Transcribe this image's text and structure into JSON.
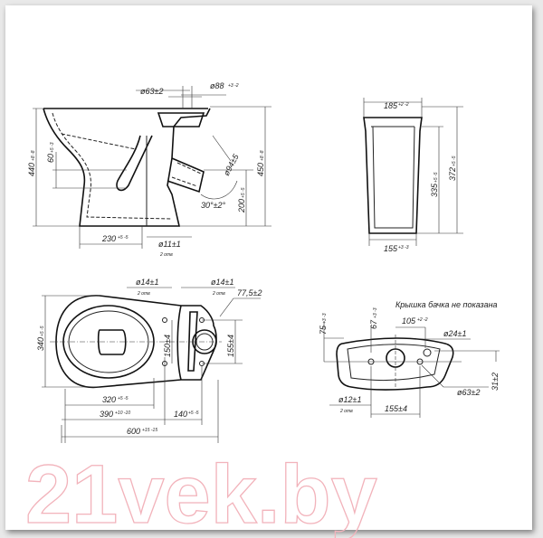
{
  "side_view": {
    "d_outlet_top": "ø63±2",
    "d_outlet_top2": "ø88",
    "d_outlet_top2_tol": "+3 -2",
    "h_total": "440",
    "h_total_tol": "+8 -8",
    "h_60": "60",
    "h_60_tol": "+5 -3",
    "h_450": "450",
    "h_450_tol": "+8 -8",
    "d_94": "ø94±5",
    "angle": "30°±2°",
    "h_200": "200",
    "h_200_tol": "+5 -5",
    "w_230": "230",
    "w_230_tol": "+5 -5",
    "d_11": "ø11±1",
    "holes_2": "2 отв"
  },
  "tank_side": {
    "w_top": "185",
    "w_top_tol": "+2 -2",
    "h_335": "335",
    "h_335_tol": "+5 -5",
    "h_372": "372",
    "h_372_tol": "+5 -5",
    "w_bottom": "155",
    "w_bottom_tol": "+3 -3"
  },
  "top_view": {
    "d_14_left": "ø14±1",
    "holes_left": "2 отв",
    "d_14_right": "ø14±1",
    "holes_right": "2 отв",
    "dim_77": "77,5±2",
    "w_340": "340",
    "w_340_tol": "+5 -5",
    "dim_150": "150±4",
    "dim_155": "155±4",
    "dim_320": "320",
    "dim_320_tol": "+5 -5",
    "dim_390": "390",
    "dim_390_tol": "+10 -10",
    "dim_140": "140",
    "dim_140_tol": "+5 -5",
    "dim_600": "600",
    "dim_600_tol": "+15 -15"
  },
  "tank_top": {
    "note": "Крышка бачка не показана",
    "dim_75": "75",
    "dim_75_tol": "+3 -3",
    "dim_67": "67",
    "dim_67_tol": "+3 -3",
    "dim_105": "105",
    "dim_105_tol": "+2 -2",
    "d_24": "ø24±1",
    "d_63": "ø63±2",
    "dim_31": "31±2",
    "d_12": "ø12±1",
    "holes": "2 отв",
    "dim_155": "155±4"
  },
  "watermark": "21vek.by",
  "colors": {
    "watermark": "#f2b3bb",
    "line": "#222222"
  }
}
